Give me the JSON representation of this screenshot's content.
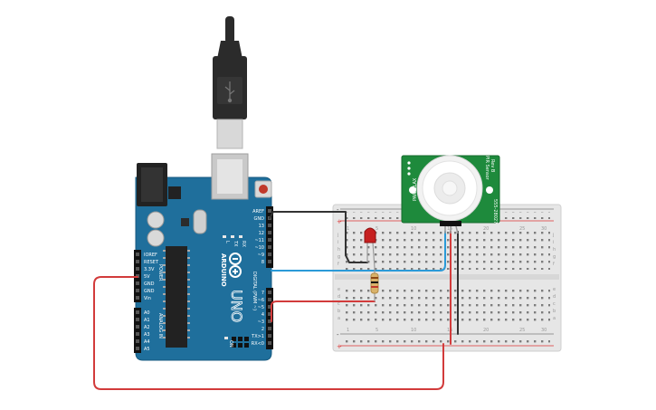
{
  "arduino": {
    "brand": "ARDUINO",
    "model": "UNO",
    "header_top_labels": [
      "AREF",
      "GND",
      "13",
      "12",
      "~11",
      "~10",
      "~9",
      "8"
    ],
    "header_bottom_labels": [
      "7",
      "~6",
      "~5",
      "4",
      "~3",
      "2",
      "TX>1",
      "RX<0"
    ],
    "power_labels": [
      "IOREF",
      "RESET",
      "3.3V",
      "5V",
      "GND",
      "GND",
      "Vin"
    ],
    "analog_labels": [
      "A0",
      "A1",
      "A2",
      "A3",
      "A4",
      "A5"
    ],
    "power_group": "POWER",
    "analog_group": "ANALOG IN",
    "digital_group": "DIGITAL (PWM ~)",
    "led_labels": [
      "L",
      "TX",
      "RX"
    ],
    "on_label": "ON",
    "colors": {
      "board": "#1f6f9c",
      "board_dark": "#175a80",
      "chip": "#222222"
    }
  },
  "usb_cable": {
    "colors": {
      "plug": "#2b2b2b",
      "metal": "#cfcfcf"
    }
  },
  "breadboard": {
    "row_letters_top": [
      "j",
      "i",
      "h",
      "g",
      "f"
    ],
    "row_letters_bottom": [
      "e",
      "d",
      "c",
      "b",
      "a"
    ],
    "column_numbers": [
      "1",
      "5",
      "10",
      "15",
      "20",
      "25",
      "30"
    ],
    "colors": {
      "body": "#e6e6e6",
      "hole": "#7d7d7d",
      "rail_red": "#d33",
      "rail_dark": "#444"
    }
  },
  "pir_sensor": {
    "label_left": "PARALLAX",
    "label_right_1": "PIR Sensor",
    "label_right_2": "Rev B",
    "label_right_3": "555-28027",
    "colors": {
      "pcb": "#1e8a3c",
      "dome": "#f2f2f2"
    }
  },
  "components": {
    "led": {
      "color": "#c62020"
    },
    "resistor": {
      "color": "#d9b26a"
    }
  },
  "wires": {
    "gnd_wire": "#333333",
    "signal_wire": "#2b9ad8",
    "power_wire": "#d23b3b"
  }
}
